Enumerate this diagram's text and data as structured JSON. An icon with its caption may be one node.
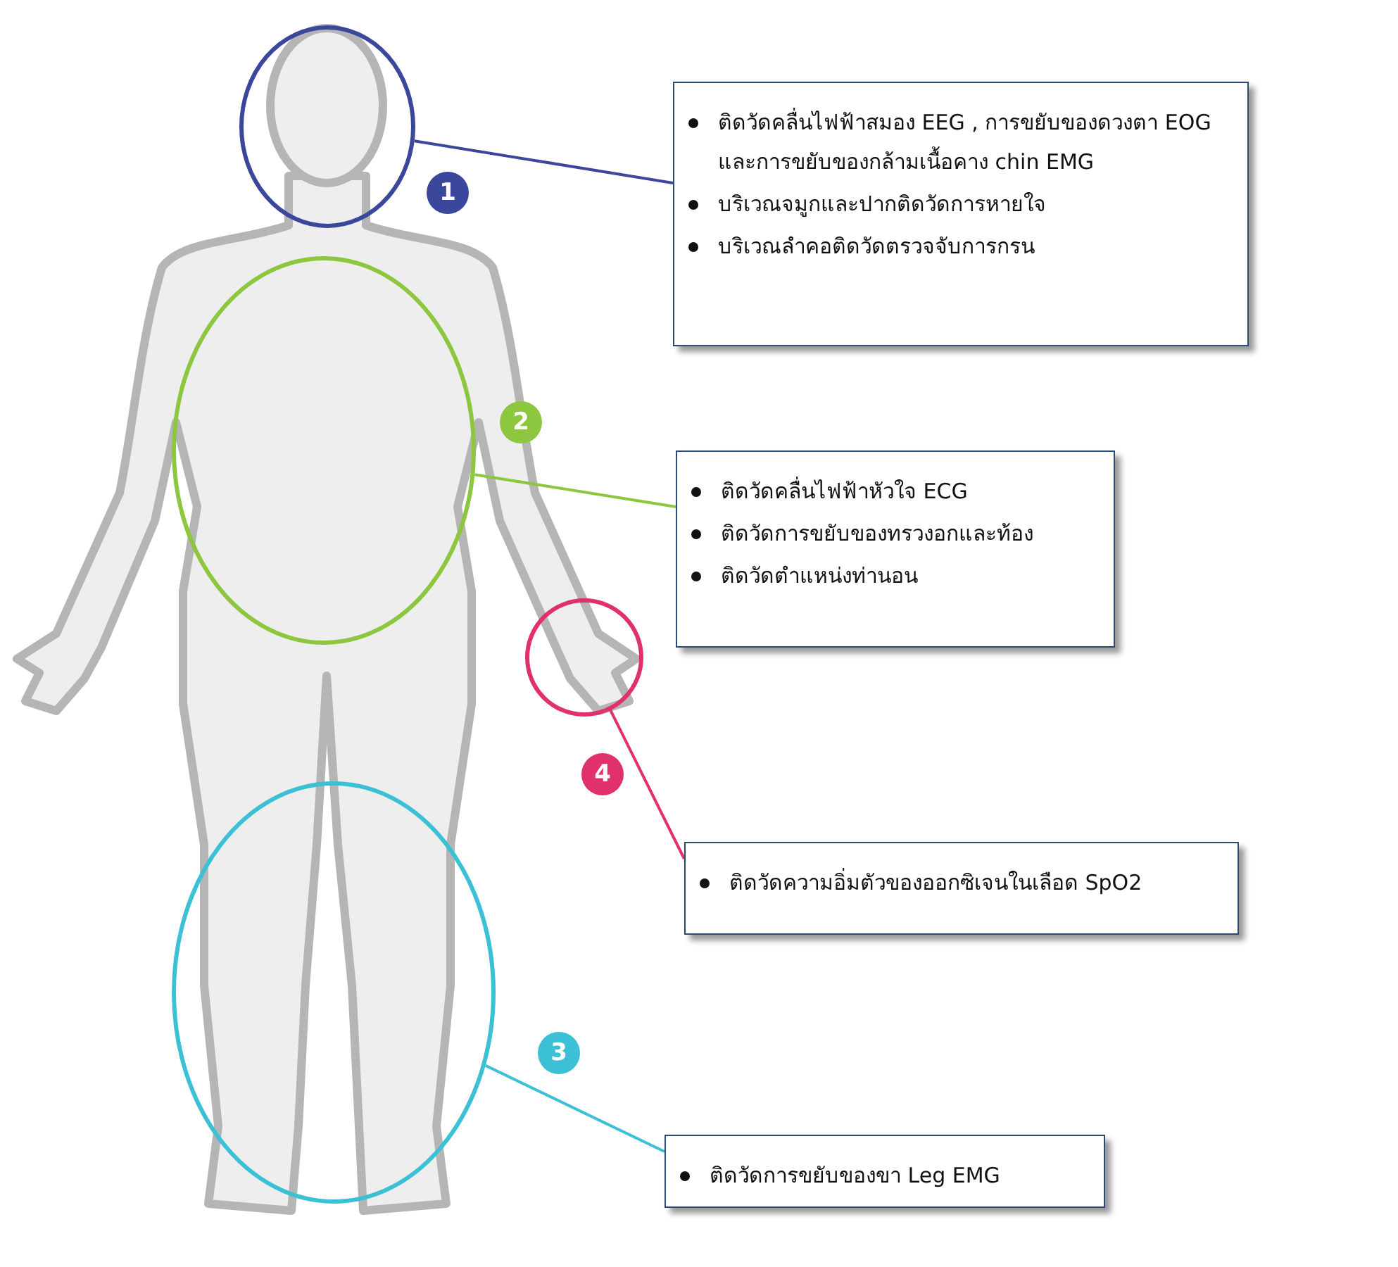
{
  "diagram": {
    "nodes": [
      {
        "text": [],
        "shape": "circle"
      },
      {
        "text": [
          "ติดวัดคลื่นไฟฟ้าสมอง EEG , การขยับของดวงตา EOG และการขยับของกล้ามเนื้อคาง chin EMG",
          "บริเวณจมูกและปากติดวัดการหายใจ",
          "บริเวณลำคอติดวัดตรวจจับการกรน"
        ]
      },
      {
        "text": [
          "1"
        ]
      },
      {
        "text": [],
        "shape": "circle"
      },
      {
        "text": [
          "2"
        ]
      },
      {
        "text": [
          "ติดวัดคลื่นไฟฟ้าหัวใจ ECG",
          "ติดวัดการขยับของทรวงอกและท้อง",
          "ติดวัดตำแหน่งท่านอน"
        ]
      },
      {
        "text": [],
        "shape": "circle"
      },
      {
        "text": [
          "4"
        ]
      },
      {
        "text": [],
        "shape": "circle"
      },
      {
        "text": [
          "ติดวัดความอิ่มตัวของออกซิเจนในเลือด SpO2"
        ]
      },
      {
        "text": [
          "3"
        ]
      },
      {
        "text": [
          "ติดวัดการขยับของขา Leg EMG"
        ]
      }
    ],
    "edges": [
      {
        "from": 0,
        "to": 1,
        "arrow": "none",
        "color": "#3a479a"
      },
      {
        "from": 3,
        "to": 5,
        "arrow": "none",
        "color": "#8dc63f"
      },
      {
        "from": 6,
        "to": 9,
        "arrow": "none",
        "color": "#e0316a"
      },
      {
        "from": 8,
        "to": 11,
        "arrow": "none",
        "color": "#3cc0d5"
      }
    ]
  }
}
